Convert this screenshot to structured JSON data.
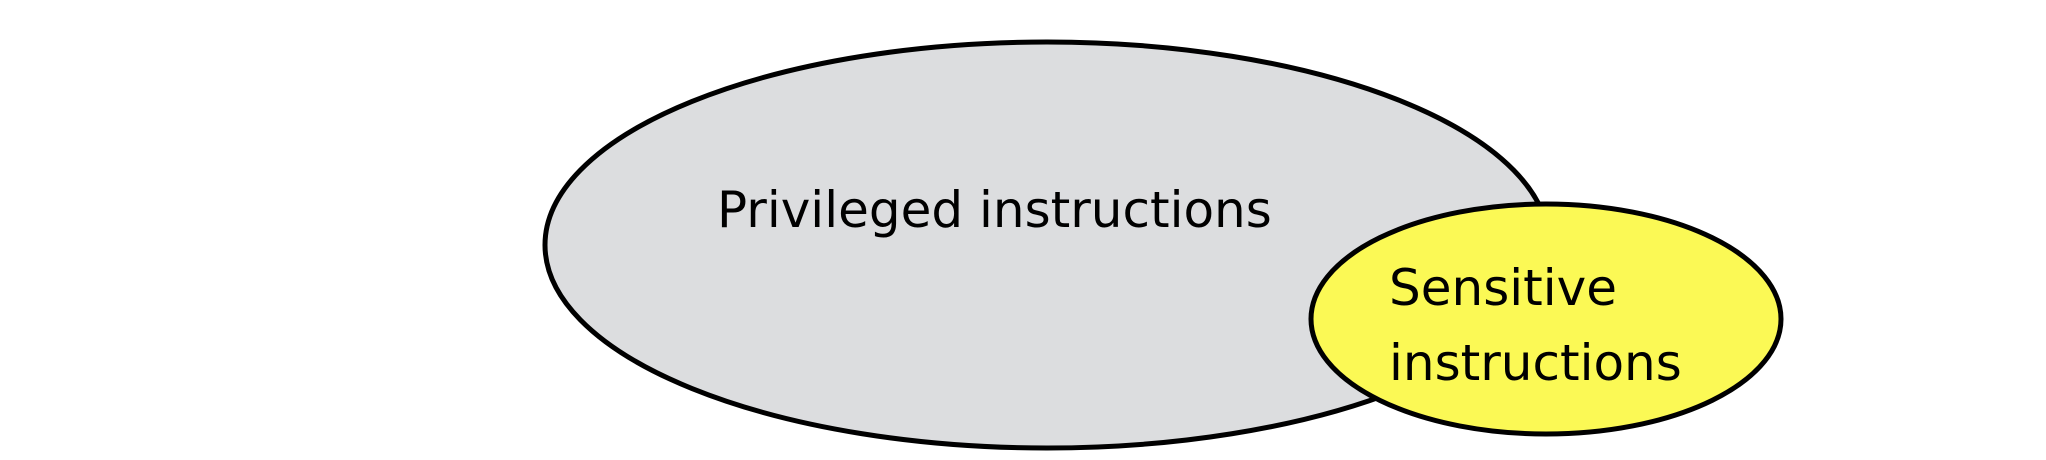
{
  "diagram": {
    "privileged": {
      "label": "Privileged instructions",
      "fill_color": "#DCDDDF",
      "stroke_color": "#000000"
    },
    "sensitive": {
      "label_line1": "Sensitive",
      "label_line2": "instructions",
      "fill_color": "#FBF955",
      "stroke_color": "#000000"
    }
  }
}
